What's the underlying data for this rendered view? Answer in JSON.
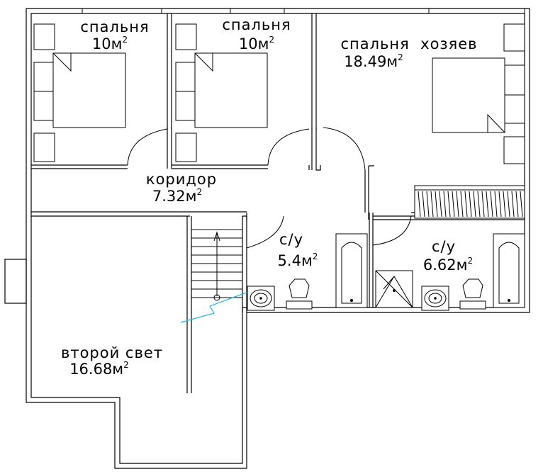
{
  "plan": {
    "rooms": [
      {
        "key": "bedroom1",
        "name": "спальня",
        "area": "10м",
        "area_sup": "2"
      },
      {
        "key": "bedroom2",
        "name": "спальня",
        "area": "10м",
        "area_sup": "2"
      },
      {
        "key": "master",
        "name": "спальня  хозяев",
        "area": "18.49м",
        "area_sup": "2"
      },
      {
        "key": "corridor",
        "name": "коридор",
        "area": "7.32м",
        "area_sup": "2"
      },
      {
        "key": "bath1",
        "name": "с/у",
        "area": "5.4м",
        "area_sup": "2"
      },
      {
        "key": "bath2",
        "name": "с/у",
        "area": "6.62м",
        "area_sup": "2"
      },
      {
        "key": "void",
        "name": "второй свет",
        "area": "16.68м",
        "area_sup": "2"
      }
    ]
  }
}
